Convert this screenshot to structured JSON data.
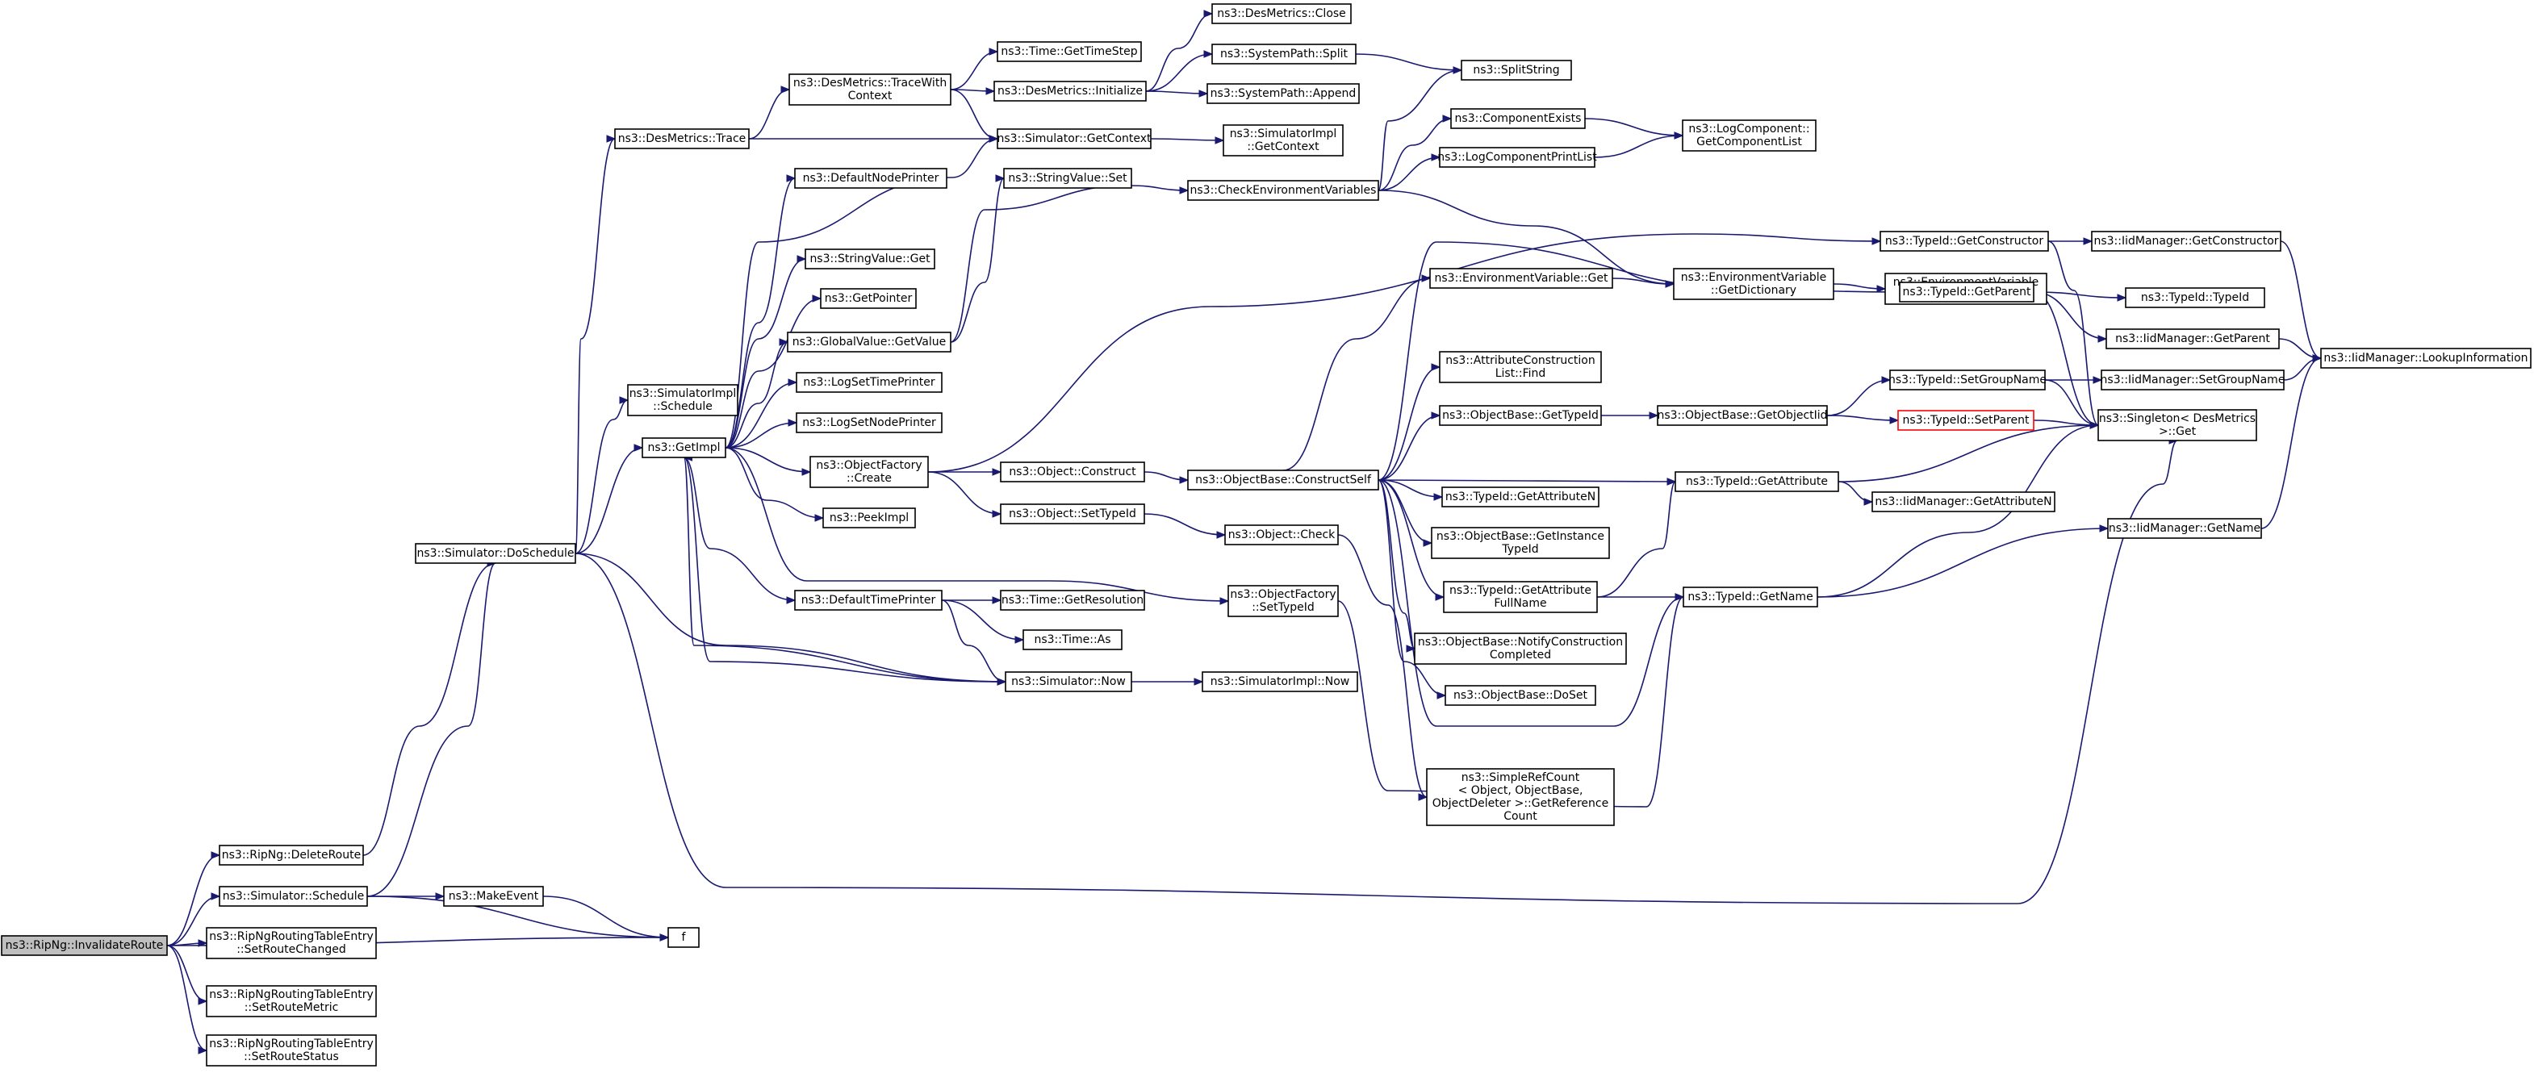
{
  "diagram": {
    "type": "call-graph",
    "colors": {
      "edge": "#191970",
      "node_border": "#000000",
      "root_fill": "#bfbfbf",
      "highlight_border": "#ff0000"
    },
    "nodes": [
      {
        "id": "root",
        "lines": [
          "ns3::RipNg::InvalidateRoute"
        ],
        "style": "root"
      },
      {
        "id": "deleteRoute",
        "lines": [
          "ns3::RipNg::DeleteRoute"
        ]
      },
      {
        "id": "simSchedule",
        "lines": [
          "ns3::Simulator::Schedule"
        ]
      },
      {
        "id": "setRouteChanged",
        "lines": [
          "ns3::RipNgRoutingTableEntry",
          "::SetRouteChanged"
        ]
      },
      {
        "id": "setRouteMetric",
        "lines": [
          "ns3::RipNgRoutingTableEntry",
          "::SetRouteMetric"
        ]
      },
      {
        "id": "setRouteStatus",
        "lines": [
          "ns3::RipNgRoutingTableEntry",
          "::SetRouteStatus"
        ]
      },
      {
        "id": "makeEvent",
        "lines": [
          "ns3::MakeEvent"
        ]
      },
      {
        "id": "f",
        "lines": [
          "f"
        ]
      },
      {
        "id": "doSchedule",
        "lines": [
          "ns3::Simulator::DoSchedule"
        ]
      },
      {
        "id": "desTrace",
        "lines": [
          "ns3::DesMetrics::Trace"
        ]
      },
      {
        "id": "implSchedule",
        "lines": [
          "ns3::SimulatorImpl",
          "::Schedule"
        ]
      },
      {
        "id": "getImpl",
        "lines": [
          "ns3::GetImpl"
        ]
      },
      {
        "id": "traceWithContext",
        "lines": [
          "ns3::DesMetrics::TraceWith",
          "Context"
        ]
      },
      {
        "id": "getTimeStep",
        "lines": [
          "ns3::Time::GetTimeStep"
        ]
      },
      {
        "id": "desInitialize",
        "lines": [
          "ns3::DesMetrics::Initialize"
        ]
      },
      {
        "id": "desClose",
        "lines": [
          "ns3::DesMetrics::Close"
        ]
      },
      {
        "id": "sysSplit",
        "lines": [
          "ns3::SystemPath::Split"
        ]
      },
      {
        "id": "sysAppend",
        "lines": [
          "ns3::SystemPath::Append"
        ]
      },
      {
        "id": "splitString",
        "lines": [
          "ns3::SplitString"
        ]
      },
      {
        "id": "simGetContext",
        "lines": [
          "ns3::Simulator::GetContext"
        ]
      },
      {
        "id": "implGetContext",
        "lines": [
          "ns3::SimulatorImpl",
          "::GetContext"
        ]
      },
      {
        "id": "defaultNodePrinter",
        "lines": [
          "ns3::DefaultNodePrinter"
        ]
      },
      {
        "id": "stringValueSet",
        "lines": [
          "ns3::StringValue::Set"
        ]
      },
      {
        "id": "checkEnv",
        "lines": [
          "ns3::CheckEnvironmentVariables"
        ]
      },
      {
        "id": "componentExists",
        "lines": [
          "ns3::ComponentExists"
        ]
      },
      {
        "id": "logComponentPrintList",
        "lines": [
          "ns3::LogComponentPrintList"
        ]
      },
      {
        "id": "getComponentList",
        "lines": [
          "ns3::LogComponent::",
          "GetComponentList"
        ]
      },
      {
        "id": "stringValueGet",
        "lines": [
          "ns3::StringValue::Get"
        ]
      },
      {
        "id": "getPointer",
        "lines": [
          "ns3::GetPointer"
        ]
      },
      {
        "id": "globalGetValue",
        "lines": [
          "ns3::GlobalValue::GetValue"
        ]
      },
      {
        "id": "logSetTimePrinter",
        "lines": [
          "ns3::LogSetTimePrinter"
        ]
      },
      {
        "id": "logSetNodePrinter",
        "lines": [
          "ns3::LogSetNodePrinter"
        ]
      },
      {
        "id": "objFactoryCreate",
        "lines": [
          "ns3::ObjectFactory",
          "::Create"
        ]
      },
      {
        "id": "peekImpl",
        "lines": [
          "ns3::PeekImpl"
        ]
      },
      {
        "id": "defaultTimePrinter",
        "lines": [
          "ns3::DefaultTimePrinter"
        ]
      },
      {
        "id": "timeGetResolution",
        "lines": [
          "ns3::Time::GetResolution"
        ]
      },
      {
        "id": "timeAs",
        "lines": [
          "ns3::Time::As"
        ]
      },
      {
        "id": "simNow",
        "lines": [
          "ns3::Simulator::Now"
        ]
      },
      {
        "id": "implNow",
        "lines": [
          "ns3::SimulatorImpl::Now"
        ]
      },
      {
        "id": "objFactorySetTypeId",
        "lines": [
          "ns3::ObjectFactory",
          "::SetTypeId"
        ]
      },
      {
        "id": "objectConstruct",
        "lines": [
          "ns3::Object::Construct"
        ]
      },
      {
        "id": "objectSetTypeId",
        "lines": [
          "ns3::Object::SetTypeId"
        ]
      },
      {
        "id": "objectCheck",
        "lines": [
          "ns3::Object::Check"
        ]
      },
      {
        "id": "constructSelf",
        "lines": [
          "ns3::ObjectBase::ConstructSelf"
        ]
      },
      {
        "id": "envVarGet",
        "lines": [
          "ns3::EnvironmentVariable::Get"
        ]
      },
      {
        "id": "envVarGetDictionary",
        "lines": [
          "ns3::EnvironmentVariable",
          "::GetDictionary"
        ]
      },
      {
        "id": "envVarInstance",
        "lines": [
          "ns3::EnvironmentVariable",
          "::Instance"
        ]
      },
      {
        "id": "attrListFind",
        "lines": [
          "ns3::AttributeConstruction",
          "List::Find"
        ]
      },
      {
        "id": "objBaseGetTypeId",
        "lines": [
          "ns3::ObjectBase::GetTypeId"
        ]
      },
      {
        "id": "objBaseGetObjectIid",
        "lines": [
          "ns3::ObjectBase::GetObjectIid"
        ]
      },
      {
        "id": "typeIdGetAttributeN",
        "lines": [
          "ns3::TypeId::GetAttributeN"
        ]
      },
      {
        "id": "objBaseGetInstanceTypeId",
        "lines": [
          "ns3::ObjectBase::GetInstance",
          "TypeId"
        ]
      },
      {
        "id": "typeIdGetAttributeFullName",
        "lines": [
          "ns3::TypeId::GetAttribute",
          "FullName"
        ]
      },
      {
        "id": "notifyConstructionCompleted",
        "lines": [
          "ns3::ObjectBase::NotifyConstruction",
          "Completed"
        ]
      },
      {
        "id": "objBaseDoSet",
        "lines": [
          "ns3::ObjectBase::DoSet"
        ]
      },
      {
        "id": "simpleRefCount",
        "lines": [
          "ns3::SimpleRefCount",
          "< Object, ObjectBase,",
          "ObjectDeleter >::GetReference",
          "Count"
        ]
      },
      {
        "id": "typeIdGetConstructor",
        "lines": [
          "ns3::TypeId::GetConstructor"
        ]
      },
      {
        "id": "iidGetConstructor",
        "lines": [
          "ns3::IidManager::GetConstructor"
        ]
      },
      {
        "id": "typeIdTypeId",
        "lines": [
          "ns3::TypeId::TypeId"
        ]
      },
      {
        "id": "typeIdGetParent",
        "lines": [
          "ns3::TypeId::GetParent"
        ]
      },
      {
        "id": "iidGetParent",
        "lines": [
          "ns3::IidManager::GetParent"
        ]
      },
      {
        "id": "typeIdSetGroupName",
        "lines": [
          "ns3::TypeId::SetGroupName"
        ]
      },
      {
        "id": "iidSetGroupName",
        "lines": [
          "ns3::IidManager::SetGroupName"
        ]
      },
      {
        "id": "typeIdSetParent",
        "lines": [
          "ns3::TypeId::SetParent"
        ],
        "style": "highlight"
      },
      {
        "id": "singletonGet",
        "lines": [
          "ns3::Singleton< DesMetrics",
          " >::Get"
        ]
      },
      {
        "id": "typeIdGetAttribute",
        "lines": [
          "ns3::TypeId::GetAttribute"
        ]
      },
      {
        "id": "iidGetAttributeN",
        "lines": [
          "ns3::IidManager::GetAttributeN"
        ]
      },
      {
        "id": "iidGetName",
        "lines": [
          "ns3::IidManager::GetName"
        ]
      },
      {
        "id": "typeIdGetName",
        "lines": [
          "ns3::TypeId::GetName"
        ]
      },
      {
        "id": "iidLookupInformation",
        "lines": [
          "ns3::IidManager::LookupInformation"
        ]
      }
    ]
  }
}
